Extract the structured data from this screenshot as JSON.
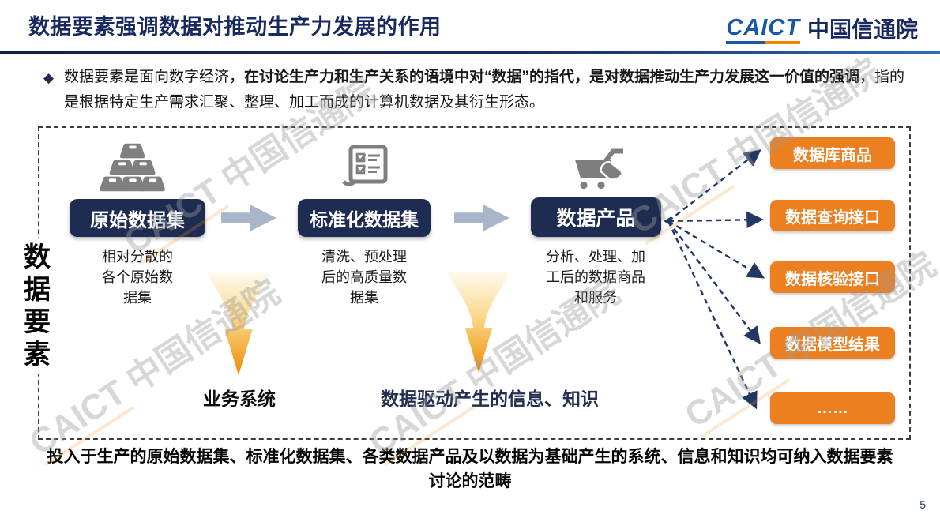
{
  "header": {
    "title": "数据要素强调数据对推动生产力发展的作用",
    "logo": {
      "caict": "CAICT",
      "name": "中国信通院"
    }
  },
  "intro": {
    "bullet": "◆",
    "lead": "数据要素是面向数字经济，",
    "emphasis": "在讨论生产力和生产关系的语境中对“数据”的指代，是对数据推动生产力发展这一价值的强调",
    "tail": "，指的是根据特定生产需求汇聚、整理、加工而成的计算机数据及其衍生形态。"
  },
  "diagram": {
    "side_label": "数据要素",
    "stages": [
      {
        "label": "原始数据集",
        "desc": "相对分散的各个原始数据集",
        "icon": "gold-ingots-icon"
      },
      {
        "label": "标准化数据集",
        "desc": "清洗、预处理后的高质量数据集",
        "icon": "checklist-icon"
      },
      {
        "label": "数据产品",
        "desc": "分析、处理、加工后的数据商品和服务",
        "icon": "shopping-cart-icon"
      }
    ],
    "funnel_labels": [
      "业务系统",
      "数据驱动产生的信息、知识"
    ],
    "outputs": [
      "数据库商品",
      "数据查询接口",
      "数据核验接口",
      "数据模型结果",
      "……"
    ],
    "colors": {
      "stage_box": "#1e2c52",
      "output_box": "#ec7f1f",
      "flow_arrow": "#a9b6ca",
      "dashed_arrow": "#1f3864",
      "funnel_top": "#fdf3da",
      "funnel_bottom": "#ee8a00"
    }
  },
  "watermark": {
    "caict": "CAICT",
    "cn": "中国信通院"
  },
  "footer": {
    "caption": "投入于生产的原始数据集、标准化数据集、各类数据产品及以数据为基础产生的系统、信息和知识均可纳入数据要素讨论的范畴",
    "page_number": "5"
  }
}
